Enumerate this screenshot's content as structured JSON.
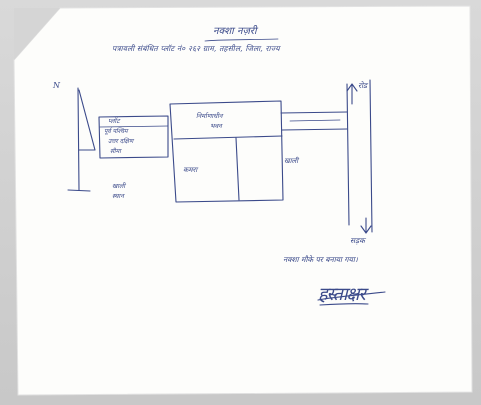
{
  "document": {
    "title": "नक्शा नज़री",
    "subtitle": "पत्रावली संबंधित प्लॉट नं० २६२ ग्राम, तहसील, जिला, राज्य",
    "north_mark": "N",
    "road_top_label": "रोड",
    "road_bottom_label": "सड़क",
    "block_left_lines": [
      "प्लॉट",
      "पूर्व पश्चिम",
      "उत्तर दक्षिण",
      "सीमा"
    ],
    "hall_lines": [
      "निर्माणाधीन",
      "भवन"
    ],
    "room_label": "कमरा",
    "right_section_label": "खाली",
    "yard_lines": [
      "खाली",
      "स्थान"
    ],
    "note": "नक्शा मौके पर बनाया गया।",
    "signature": "हस्ताक्षर"
  },
  "colors": {
    "ink": "#3b4a8a",
    "paper": "#fdfdfb",
    "scan_background": "#cfcfcf"
  }
}
